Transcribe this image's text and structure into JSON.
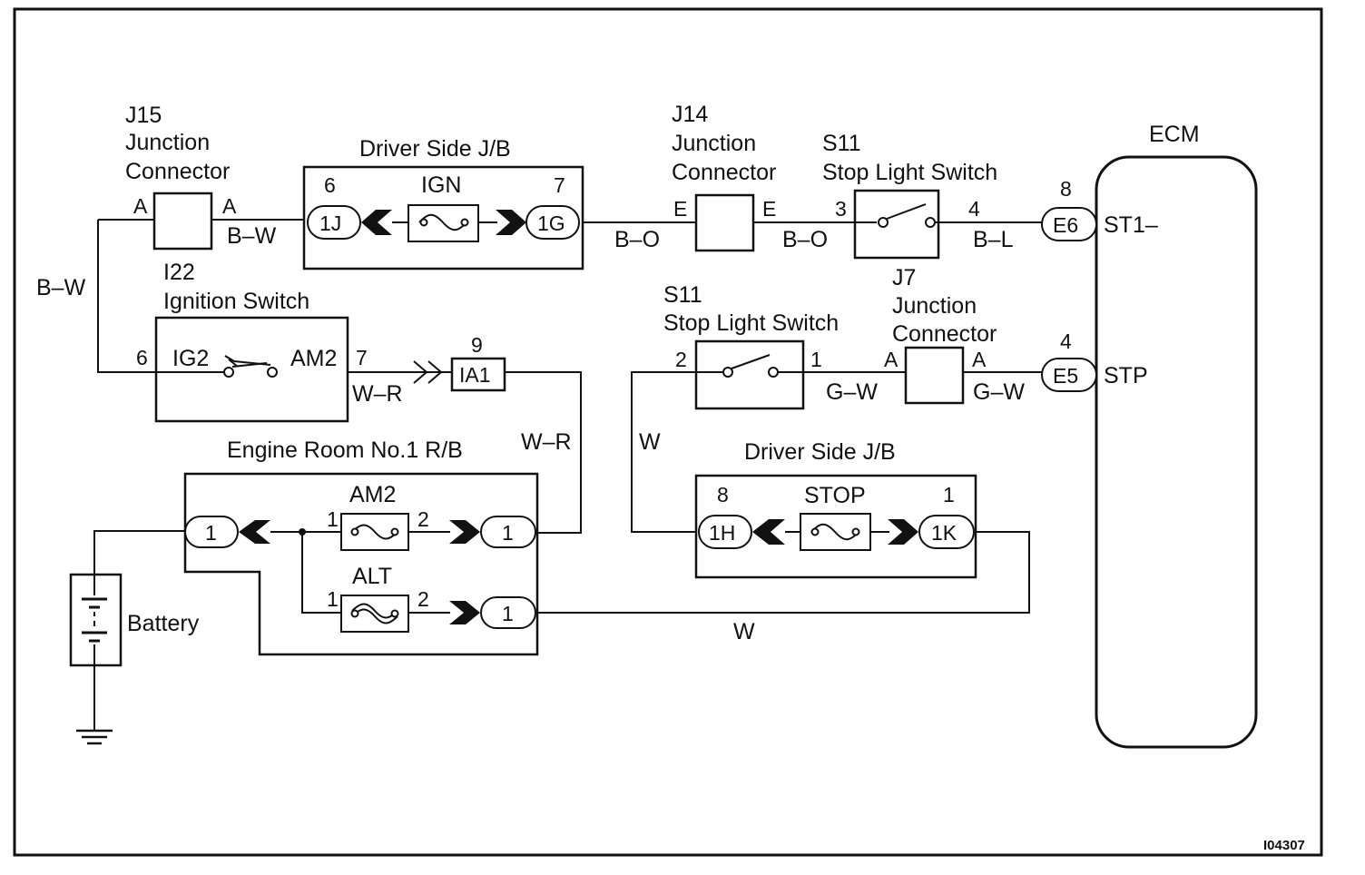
{
  "diagram_id": "I04307",
  "components": {
    "j15": {
      "code": "J15",
      "line1": "Junction",
      "line2": "Connector",
      "pin_left": "A",
      "pin_right": "A"
    },
    "j14": {
      "code": "J14",
      "line1": "Junction",
      "line2": "Connector",
      "pin_left": "E",
      "pin_right": "E"
    },
    "j7": {
      "code": "J7",
      "line1": "Junction",
      "line2": "Connector",
      "pin_left": "A",
      "pin_right": "A"
    },
    "jb_top": {
      "title": "Driver Side J/B",
      "fuse": "IGN",
      "pin_left": "6",
      "pin_right": "7",
      "conn_left": "1J",
      "conn_right": "1G"
    },
    "jb_bottom": {
      "title": "Driver Side J/B",
      "fuse": "STOP",
      "pin_left": "8",
      "pin_right": "1",
      "conn_left": "1H",
      "conn_right": "1K"
    },
    "s11_top": {
      "code": "S11",
      "name": "Stop Light Switch",
      "pin_left": "3",
      "pin_right": "4"
    },
    "s11_bottom": {
      "code": "S11",
      "name": "Stop Light Switch",
      "pin_left": "2",
      "pin_right": "1"
    },
    "ign_switch": {
      "code": "I22",
      "name": "Ignition Switch",
      "pin_left": "6",
      "pin_right": "7",
      "term_left": "IG2",
      "term_right": "AM2"
    },
    "ia1": {
      "pin": "9",
      "label": "IA1"
    },
    "rb": {
      "title": "Engine Room No.1 R/B",
      "fuse_top": "AM2",
      "fuse_bottom": "ALT",
      "pin1": "1",
      "pin2": "2",
      "conn": "1"
    },
    "battery": {
      "label": "Battery"
    },
    "ecm": {
      "title": "ECM",
      "e6": "E6",
      "e6_pin": "8",
      "st1": "ST1–",
      "e5": "E5",
      "e5_pin": "4",
      "stp": "STP"
    }
  },
  "wires": {
    "bw": "B–W",
    "bo": "B–O",
    "bl": "B–L",
    "wr": "W–R",
    "gw": "G–W",
    "w": "W"
  }
}
